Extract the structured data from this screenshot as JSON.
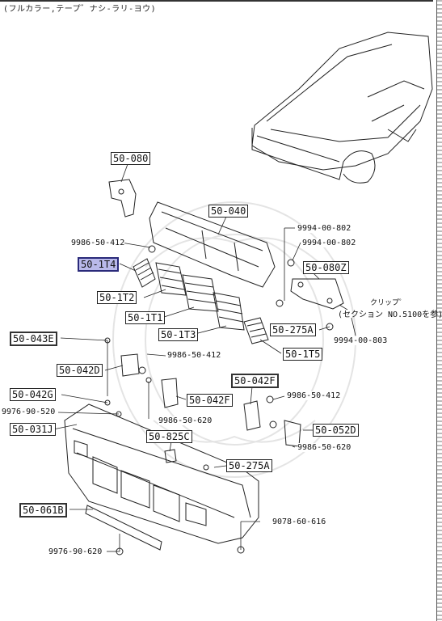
{
  "header": {
    "caption": "(フルカラー,テープ゛ナシ-ラリ-ヨウ)"
  },
  "callouts": {
    "c_50_080": "50-080",
    "c_50_040": "50-040",
    "c_50_1T4": "50-1T4",
    "c_50_1T2": "50-1T2",
    "c_50_1T1": "50-1T1",
    "c_50_1T3": "50-1T3",
    "c_50_1T5": "50-1T5",
    "c_50_080Z": "50-080Z",
    "c_50_275A_upper": "50-275A",
    "c_50_043E": "50-043E",
    "c_50_042D": "50-042D",
    "c_50_042F_upper": "50-042F",
    "c_50_042F_lower": "50-042F",
    "c_50_042G": "50-042G",
    "c_50_031J": "50-031J",
    "c_50_825C": "50-825C",
    "c_50_052D": "50-052D",
    "c_50_275A_lower": "50-275A",
    "c_50_061B": "50-061B"
  },
  "part_numbers": {
    "p_9986_50_412_a": "9986-50-412",
    "p_9994_00_802_a": "9994-00-802",
    "p_9994_00_802_b": "9994-00-802",
    "p_9994_00_803": "9994-00-803",
    "p_9986_50_412_b": "9986-50-412",
    "p_9986_50_412_c": "9986-50-412",
    "p_9976_90_520": "9976-90-520",
    "p_9986_50_620_a": "9986-50-620",
    "p_9986_50_620_b": "9986-50-620",
    "p_9078_60_616": "9078-60-616",
    "p_9976_90_620": "9976-90-620"
  },
  "notes": {
    "clip_label": "クリップ゜",
    "section_ref": "(セクション NO.5100を参)"
  },
  "highlight_color": "#b9b9ea"
}
